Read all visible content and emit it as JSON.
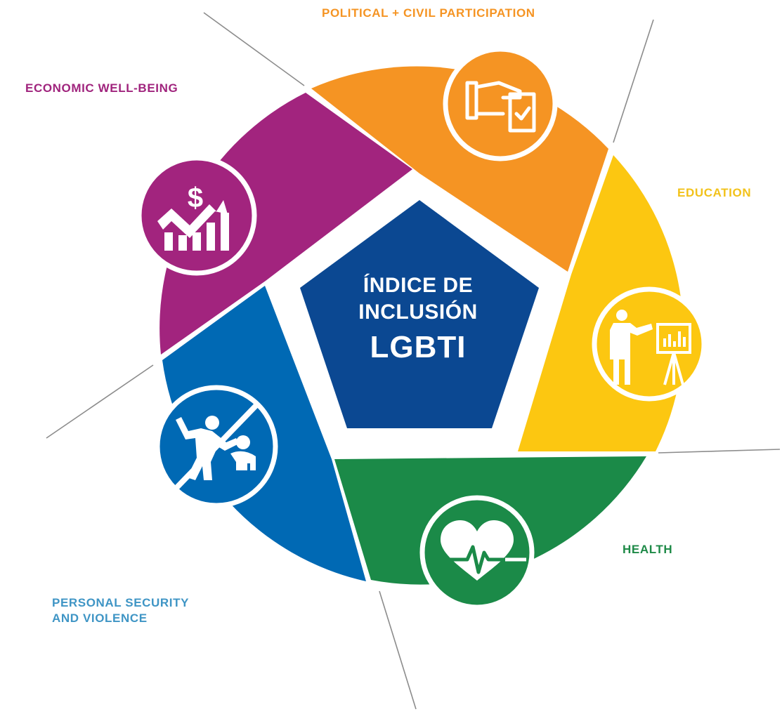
{
  "center": {
    "line1": "ÍNDICE DE",
    "line2": "INCLUSIÓN",
    "line3": "LGBTI",
    "color": "#0B4892"
  },
  "dimensions": [
    {
      "key": "political",
      "label": "POLITICAL + CIVIL PARTICIPATION",
      "color": "#F59423",
      "icon": "ballot-box-icon"
    },
    {
      "key": "education",
      "label": "EDUCATION",
      "color": "#FCC711",
      "icon": "teacher-presentation-icon"
    },
    {
      "key": "health",
      "label": "HEALTH",
      "color": "#1B8A48",
      "icon": "heartbeat-icon"
    },
    {
      "key": "security",
      "label_line1": "PERSONAL SECURITY",
      "label_line2": "AND VIOLENCE",
      "color": "#0069B4",
      "icon": "no-violence-icon"
    },
    {
      "key": "economic",
      "label": "ECONOMIC WELL-BEING",
      "color": "#A2247E",
      "icon": "money-growth-icon"
    }
  ],
  "label_colors": {
    "political": "#F59423",
    "economic": "#A0247D",
    "education": "#F2C21A",
    "health": "#1E8A47",
    "security": "#3F95C5"
  },
  "line_color": "#8C8C8C"
}
